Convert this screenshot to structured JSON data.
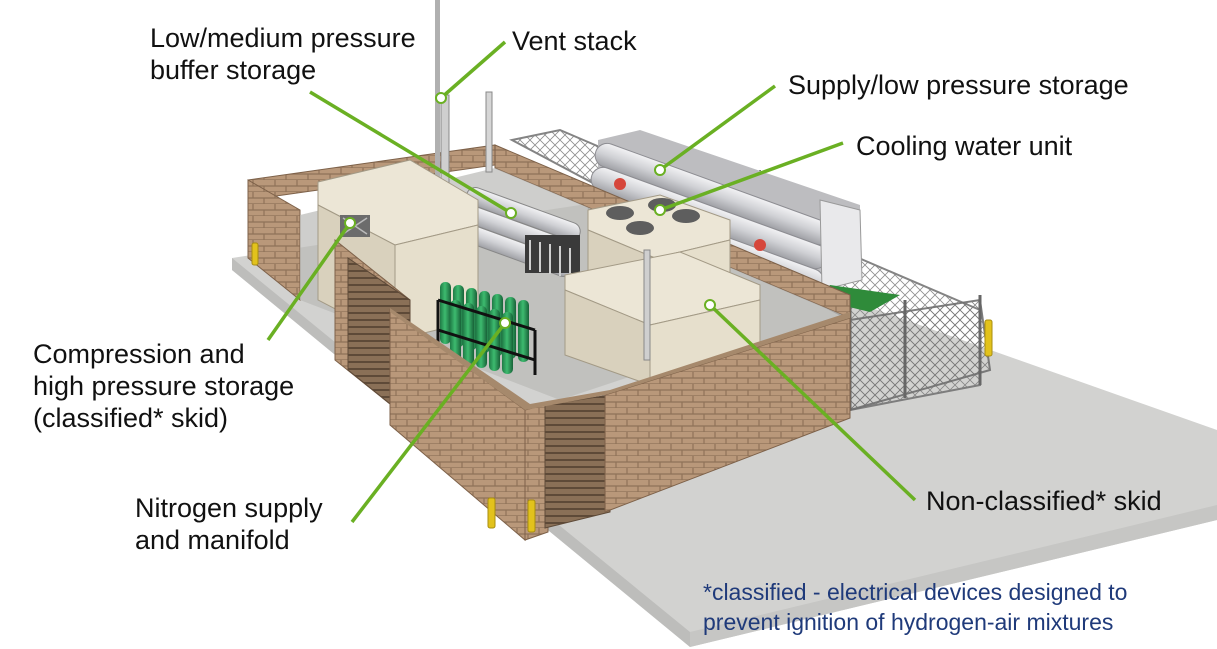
{
  "labels": {
    "buffer_storage": [
      "Low/medium pressure",
      "buffer storage"
    ],
    "vent_stack": "Vent stack",
    "supply_storage": "Supply/low pressure storage",
    "cooling_water": "Cooling water unit",
    "compression": [
      "Compression and",
      "high pressure storage",
      "(classified* skid)"
    ],
    "nitrogen": [
      "Nitrogen supply",
      "and manifold"
    ],
    "non_classified": "Non-classified* skid"
  },
  "footnote": [
    "*classified - electrical devices designed to",
    "prevent ignition of hydrogen-air mixtures"
  ],
  "colors": {
    "leader_line": "#6ab023",
    "footnote_text": "#1f3a7a",
    "brick": "#b89a7c",
    "skid": "#e3dcca",
    "pad": "#cfcfcd",
    "tank": "#dcdcde",
    "cylinder": "#2a9a5a",
    "bollard": "#e2c21c"
  }
}
